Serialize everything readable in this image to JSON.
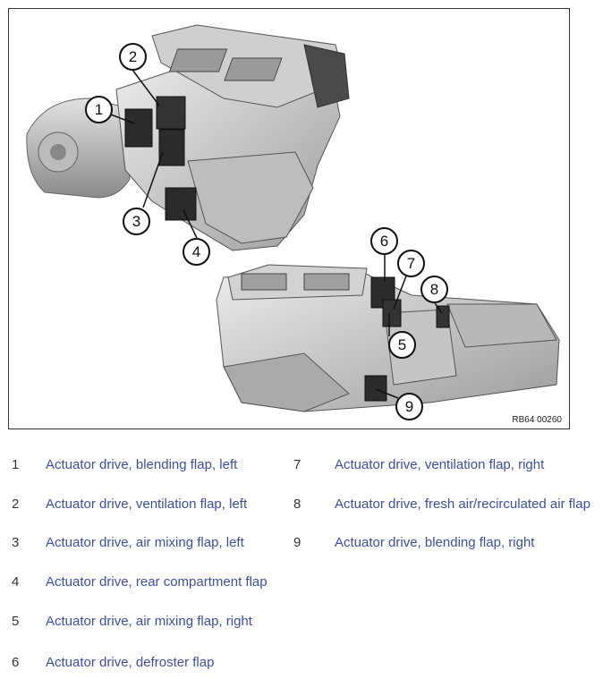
{
  "figure": {
    "id_label": "RB64 00260",
    "callouts": [
      "1",
      "2",
      "3",
      "4",
      "5",
      "6",
      "7",
      "8",
      "9"
    ]
  },
  "legend": [
    {
      "num": "1",
      "text": "Actuator drive, blending flap, left"
    },
    {
      "num": "2",
      "text": "Actuator drive, ventilation flap, left"
    },
    {
      "num": "3",
      "text": "Actuator drive, air mixing flap, left"
    },
    {
      "num": "4",
      "text": "Actuator drive, rear compartment flap"
    },
    {
      "num": "5",
      "text": "Actuator drive, air mixing flap, right"
    },
    {
      "num": "6",
      "text": "Actuator drive, defroster flap"
    },
    {
      "num": "7",
      "text": "Actuator drive, ventilation flap, right"
    },
    {
      "num": "8",
      "text": "Actuator drive, fresh air/recirculated air flap"
    },
    {
      "num": "9",
      "text": "Actuator drive, blending flap, right"
    }
  ],
  "colors": {
    "legend_text": "#3b4fa8",
    "number_text": "#333333",
    "housing": "#d6d6d6"
  }
}
